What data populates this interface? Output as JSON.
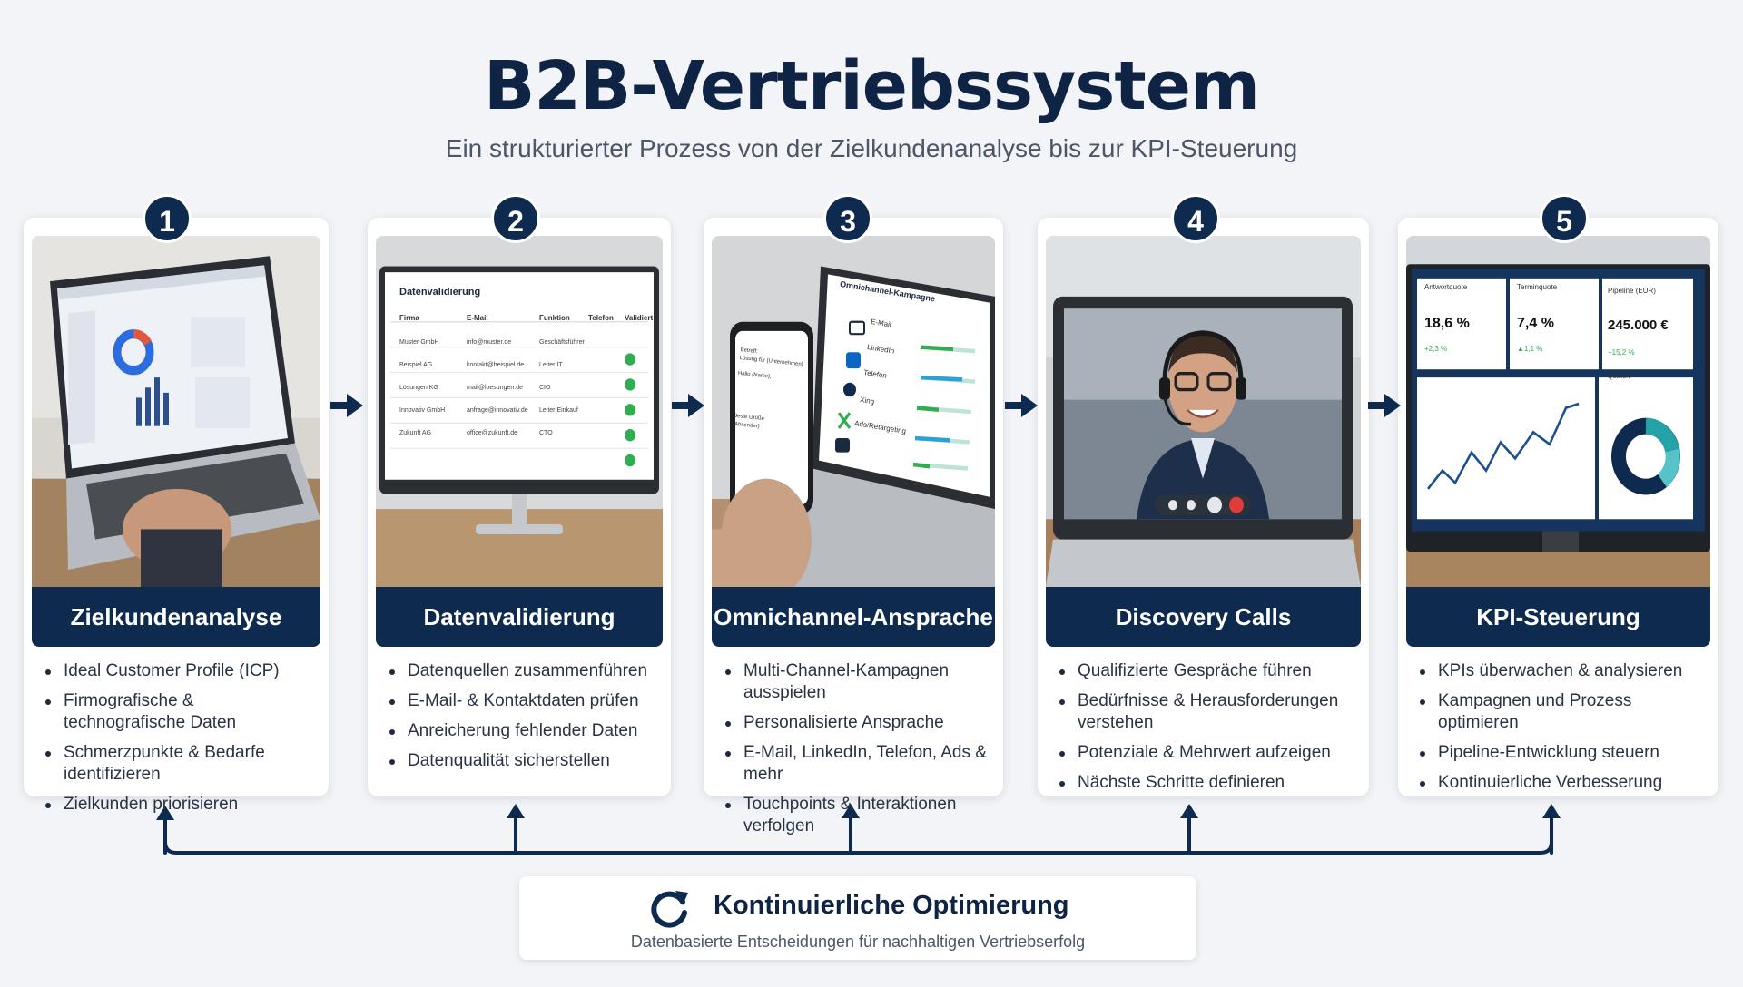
{
  "header": {
    "title": "B2B-Vertriebssystem",
    "subtitle": "Ein strukturierter Prozess von der Zielkundenanalyse bis zur KPI-Steuerung"
  },
  "colors": {
    "navy": "#0f2a4f",
    "background": "#f2f4f7",
    "check_green": "#2fae4f"
  },
  "steps": [
    {
      "number": "1",
      "title": "Zielkundenanalyse",
      "bullets": [
        "Ideal Customer Profile (ICP)",
        "Firmografische & technografische Daten",
        "Schmerzpunkte & Bedarfe identifizieren",
        "Zielkunden priorisieren"
      ]
    },
    {
      "number": "2",
      "title": "Datenvalidierung",
      "bullets": [
        "Datenquellen zusammenführen",
        "E-Mail- & Kontaktdaten prüfen",
        "Anreicherung fehlender Daten",
        "Datenqualität sicherstellen"
      ],
      "screen": {
        "heading": "Datenvalidierung",
        "columns": [
          "Firma",
          "E-Mail",
          "Funktion",
          "Telefon",
          "Validiert"
        ],
        "rows": [
          [
            "Muster GmbH",
            "info@muster.de",
            "Geschäftsführer"
          ],
          [
            "Beispiel AG",
            "kontakt@beispiel.de",
            "Leiter IT"
          ],
          [
            "Lösungen KG",
            "mail@loesungen.de",
            "CIO"
          ],
          [
            "Innovativ GmbH",
            "anfrage@innovativ.de",
            "Leiter Einkauf"
          ],
          [
            "Zukunft AG",
            "office@zukunft.de",
            "CTO"
          ]
        ]
      }
    },
    {
      "number": "3",
      "title": "Omnichannel-Ansprache",
      "bullets": [
        "Multi-Channel-Kampagnen ausspielen",
        "Personalisierte Ansprache",
        "E-Mail, LinkedIn, Telefon, Ads & mehr",
        "Touchpoints & Interaktionen verfolgen"
      ],
      "screen": {
        "heading": "Omnichannel-Kampagne",
        "channels": [
          "E-Mail",
          "LinkedIn",
          "Telefon",
          "Xing",
          "Ads/Retargeting"
        ],
        "phone_lines": [
          "Betreff:",
          "Lösung für {Unternehmen}",
          "Hallo {Name},",
          "Beste Grüße",
          "{Absender}"
        ]
      }
    },
    {
      "number": "4",
      "title": "Discovery Calls",
      "bullets": [
        "Qualifizierte Gespräche führen",
        "Bedürfnisse & Herausforderungen verstehen",
        "Potenziale & Mehrwert aufzeigen",
        "Nächste Schritte definieren"
      ]
    },
    {
      "number": "5",
      "title": "KPI-Steuerung",
      "bullets": [
        "KPIs überwachen & analysieren",
        "Kampagnen und Prozess optimieren",
        "Pipeline-Entwicklung steuern",
        "Kontinuierliche Verbesserung"
      ],
      "screen": {
        "kpis": [
          {
            "label": "Antwortquote",
            "value": "18,6 %",
            "delta": "+2,3 %"
          },
          {
            "label": "Terminquote",
            "value": "7,4 %",
            "delta": "▲1,1 %"
          },
          {
            "label": "Pipeline (EUR)",
            "value": "245.000 €",
            "delta": "+15,2 %"
          }
        ],
        "chart_label": "Aktivitäten",
        "donut_label": "Quellen"
      }
    }
  ],
  "footer": {
    "title": "Kontinuierliche Optimierung",
    "subtitle": "Datenbasierte Entscheidungen für nachhaltigen Vertriebserfolg"
  }
}
